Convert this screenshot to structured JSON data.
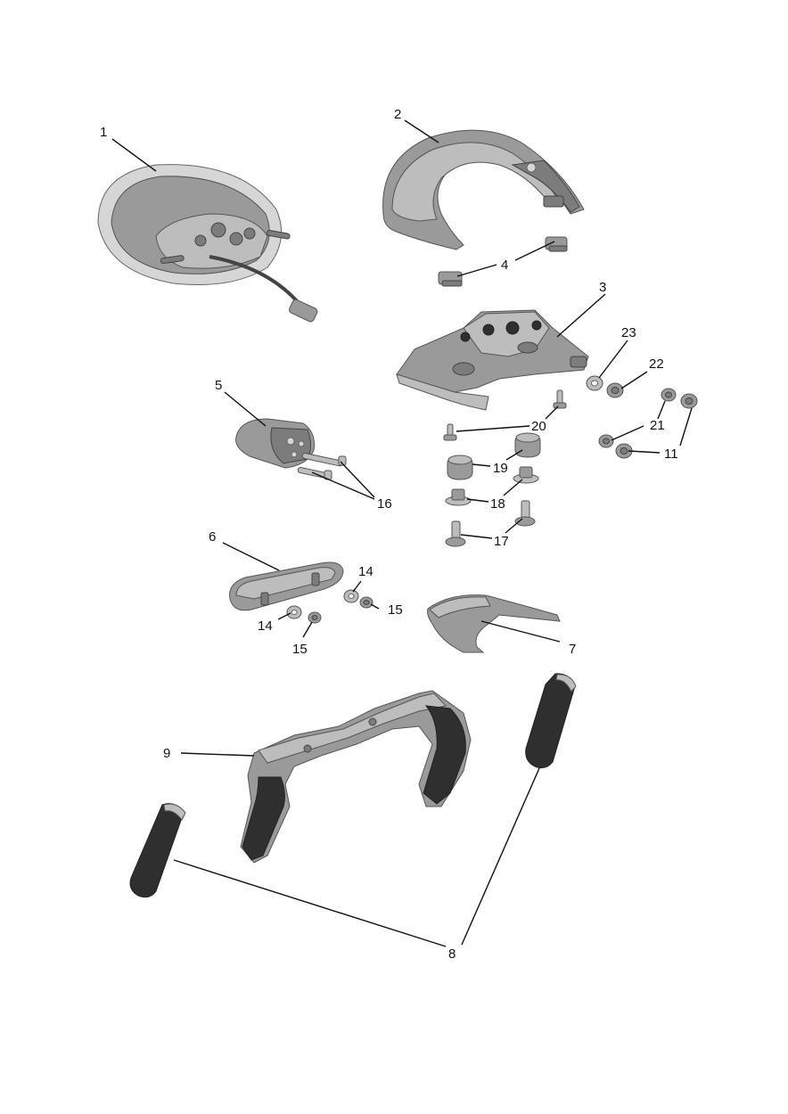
{
  "labels": {
    "l1": "1",
    "l2": "2",
    "l3": "3",
    "l4": "4",
    "l5": "5",
    "l6": "6",
    "l7": "7",
    "l8": "8",
    "l9": "9",
    "l11": "11",
    "l14a": "14",
    "l14b": "14",
    "l15a": "15",
    "l15b": "15",
    "l16": "16",
    "l17": "17",
    "l18": "18",
    "l19": "19",
    "l20": "20",
    "l21": "21",
    "l22": "22",
    "l23": "23"
  },
  "colors": {
    "part_light": "#bdbdbd",
    "part_mid": "#9a9a9a",
    "part_dark": "#2f2f2f",
    "leader": "#111111"
  }
}
